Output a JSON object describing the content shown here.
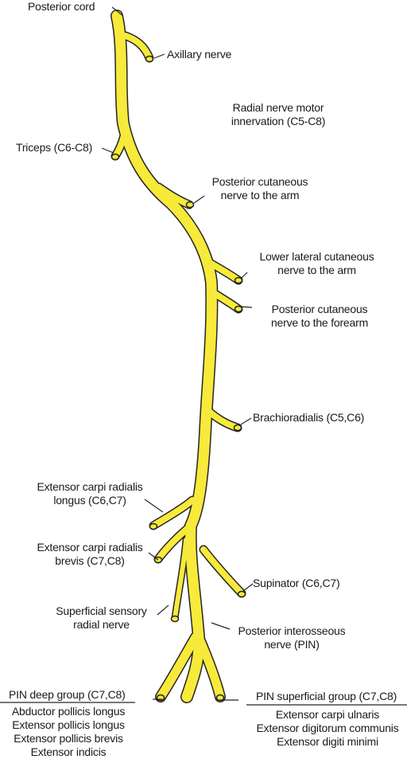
{
  "colors": {
    "nerve_fill": "#f7ea3a",
    "nerve_outline": "#262626",
    "text": "#1a1a1a",
    "background": "#ffffff"
  },
  "labels": {
    "posterior_cord": "Posterior cord",
    "axillary_nerve": "Axillary nerve",
    "radial_motor": [
      "Radial nerve motor",
      "innervation (C5-C8)"
    ],
    "triceps": "Triceps (C6-C8)",
    "posterior_cutaneous_arm": [
      "Posterior cutaneous",
      "nerve to the arm"
    ],
    "lower_lateral_cutaneous": [
      "Lower lateral cutaneous",
      "nerve to the arm"
    ],
    "posterior_cutaneous_forearm": [
      "Posterior cutaneous",
      "nerve to the forearm"
    ],
    "brachioradialis": "Brachioradialis (C5,C6)",
    "ecrl": [
      "Extensor carpi radialis",
      "longus (C6,C7)"
    ],
    "ecrb": [
      "Extensor carpi radialis",
      "brevis (C7,C8)"
    ],
    "superficial_sensory": [
      "Superficial sensory",
      "radial nerve"
    ],
    "supinator": "Supinator (C6,C7)",
    "pin": [
      "Posterior interosseous",
      "nerve (PIN)"
    ],
    "pin_deep_title": "PIN deep group (C7,C8)",
    "pin_deep_muscles": [
      "Abductor pollicis longus",
      "Extensor pollicis longus",
      "Extensor pollicis brevis",
      "Extensor indicis"
    ],
    "pin_superficial_title": "PIN superficial group (C7,C8)",
    "pin_superficial_muscles": [
      "Extensor carpi ulnaris",
      "Extensor digitorum communis",
      "Extensor digiti minimi"
    ]
  }
}
